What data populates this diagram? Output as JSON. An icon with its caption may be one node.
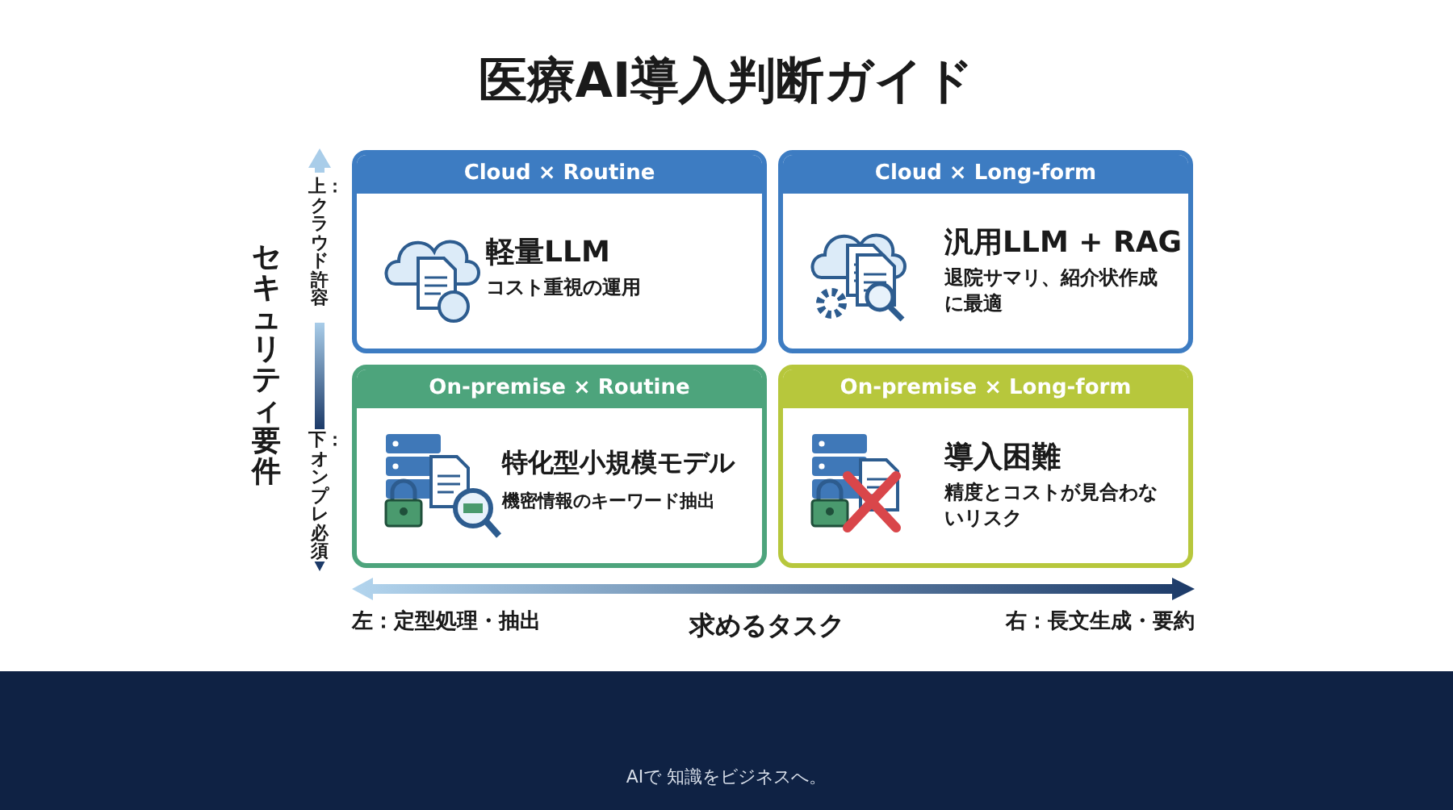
{
  "diagram": {
    "title": "医療AI導入判断ガイド",
    "nodes": [
      {
        "text": [
          "Cloud × Routine",
          "軽量LLM",
          "コスト重視の運用"
        ]
      },
      {
        "text": [
          "Cloud × Long-form",
          "汎用LLM + RAG",
          "退院サマリ、紹介状作成に最適"
        ]
      },
      {
        "text": [
          "On-premise × Routine",
          "特化型小規模モデル",
          "機密情報のキーワード抽出"
        ]
      },
      {
        "text": [
          "On-premise × Long-form",
          "導入困難",
          "精度とコストが見合わないリスク"
        ]
      }
    ],
    "labels": [
      "セキュリティ要件",
      "上：クラウド許容",
      "下：オンプレ必須",
      "左：定型処理・抽出",
      "求めるタスク",
      "右：長文生成・要約",
      "AIで 知識をビジネスへ。"
    ]
  }
}
